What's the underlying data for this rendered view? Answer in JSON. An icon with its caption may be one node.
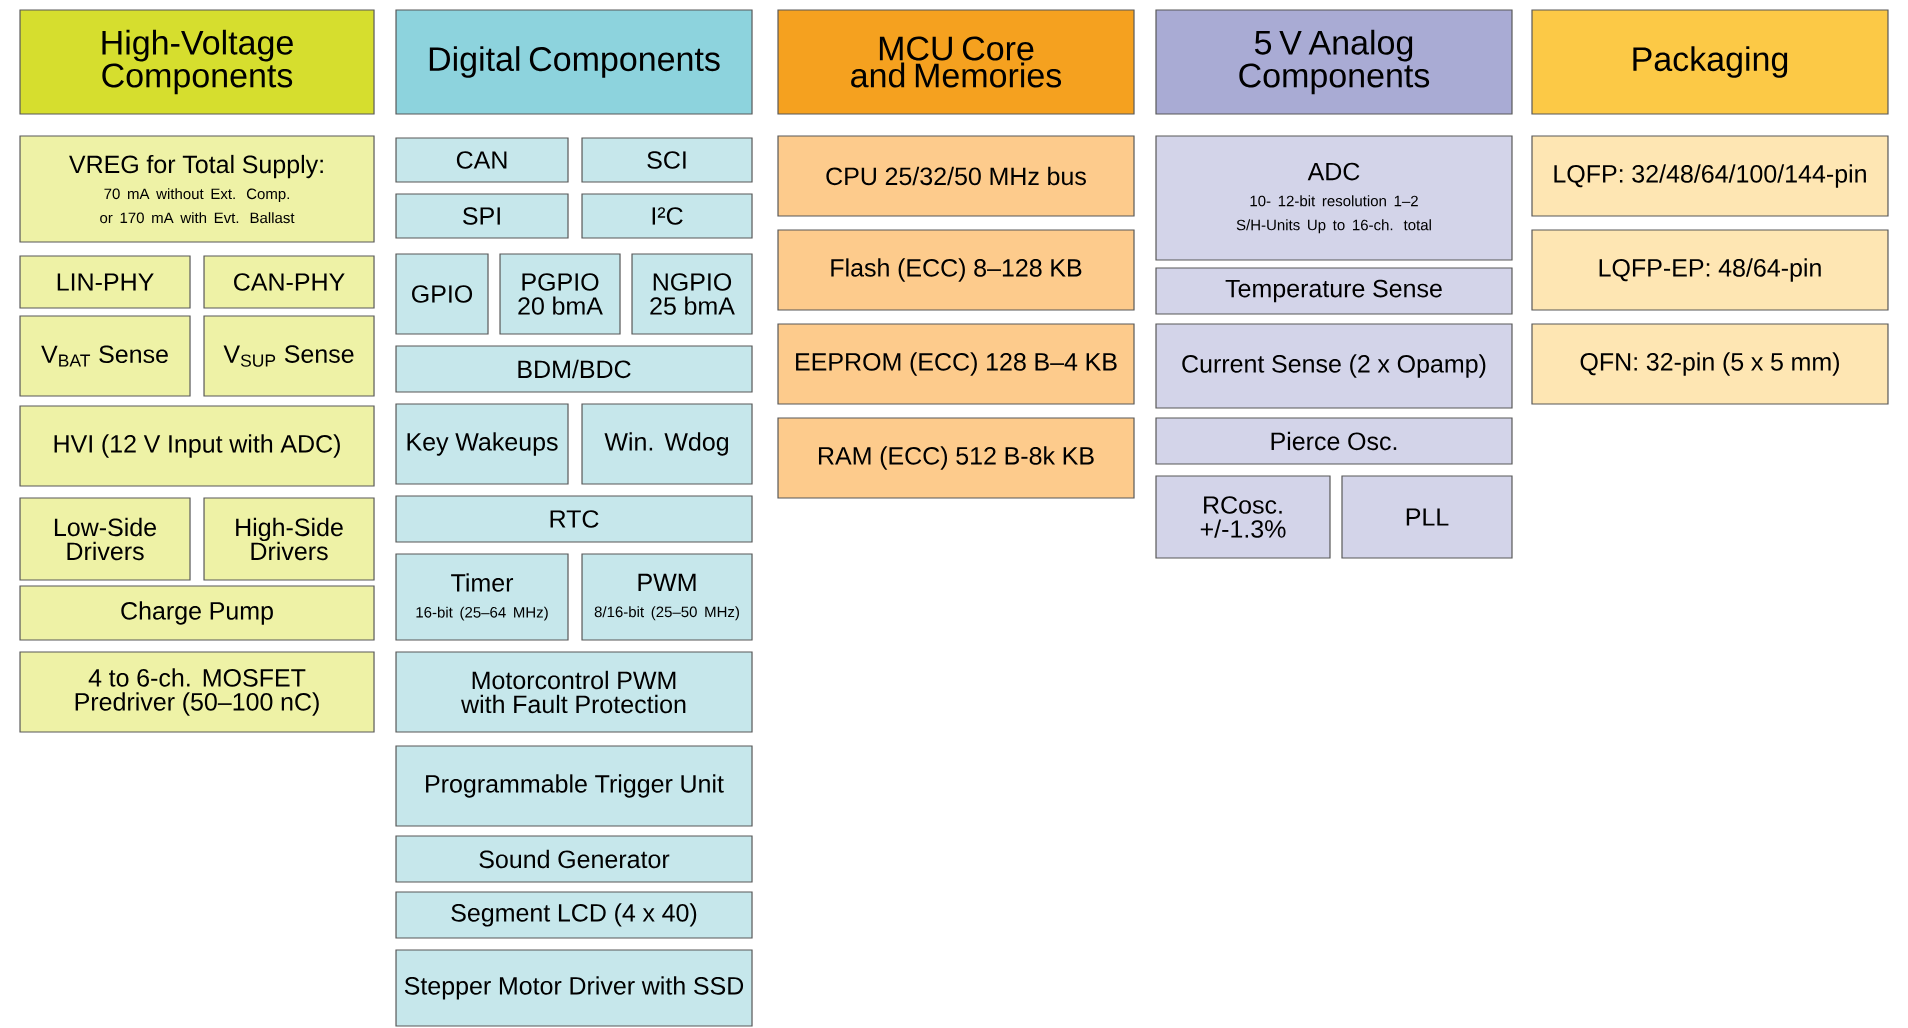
{
  "diagram": {
    "nodes": [
      {
        "text": [
          "High-Voltage Components"
        ]
      },
      {
        "text": [
          "VREG for Total Supply:",
          "70 mA without Ext. Comp. or 170 mA with Evt. Ballast"
        ]
      },
      {
        "text": [
          "LIN-PHY"
        ]
      },
      {
        "text": [
          "CAN-PHY"
        ]
      },
      {
        "text": [
          "V$_{BAT}$ Sense"
        ]
      },
      {
        "text": [
          "V$_{SUP}$ Sense"
        ]
      },
      {
        "text": [
          "HVI (12 V Input with ADC)"
        ]
      },
      {
        "text": [
          "Low-Side Drivers"
        ]
      },
      {
        "text": [
          "High-Side Drivers"
        ]
      },
      {
        "text": [
          "Charge Pump"
        ]
      },
      {
        "text": [
          "4 to 6-ch. MOSFET Predriver (50–100 nC)"
        ]
      },
      {
        "text": [
          "Digital Components"
        ]
      },
      {
        "text": [
          "CAN"
        ]
      },
      {
        "text": [
          "SCI"
        ]
      },
      {
        "text": [
          "SPI"
        ]
      },
      {
        "text": [
          "I²C"
        ]
      },
      {
        "text": [
          "GPIO"
        ]
      },
      {
        "text": [
          "PGPIO 20 bmA"
        ]
      },
      {
        "text": [
          "NGPIO 25 bmA"
        ]
      },
      {
        "text": [
          "BDM/BDC"
        ]
      },
      {
        "text": [
          "Key Wakeups"
        ]
      },
      {
        "text": [
          "Win. Wdog"
        ]
      },
      {
        "text": [
          "RTC"
        ]
      },
      {
        "text": [
          "Timer",
          "16-bit (25–64 MHz)"
        ]
      },
      {
        "text": [
          "PWM",
          "8/16-bit (25–50 MHz)"
        ]
      },
      {
        "text": [
          "Motorcontrol PWM with Fault Protection"
        ]
      },
      {
        "text": [
          "Programmable Trigger Unit"
        ]
      },
      {
        "text": [
          "Sound Generator"
        ]
      },
      {
        "text": [
          "Segment LCD (4 x 40)"
        ]
      },
      {
        "text": [
          "Stepper Motor Driver with SSD"
        ]
      },
      {
        "text": [
          "MCU Core and Memories"
        ]
      },
      {
        "text": [
          "CPU 25/32/50 MHz bus"
        ]
      },
      {
        "text": [
          "Flash (ECC) 8–128 KB"
        ]
      },
      {
        "text": [
          "EEPROM (ECC) 128 B–4 KB"
        ]
      },
      {
        "text": [
          "RAM (ECC) 512 B-8k KB"
        ]
      },
      {
        "text": [
          "5 V Analog Components"
        ]
      },
      {
        "text": [
          "ADC",
          "10- 12-bit resolution 1–2 S/H-Units Up to 16-ch. total"
        ]
      },
      {
        "text": [
          "Temperature Sense"
        ]
      },
      {
        "text": [
          "Current Sense (2 x Opamp)"
        ]
      },
      {
        "text": [
          "Pierce Osc."
        ]
      },
      {
        "text": [
          "RCosc. +/-1.3%"
        ]
      },
      {
        "text": [
          "PLL"
        ]
      },
      {
        "text": [
          "Packaging"
        ]
      },
      {
        "text": [
          "LQFP: 32/48/64/100/144-pin"
        ]
      },
      {
        "text": [
          "LQFP-EP: 48/64-pin"
        ]
      },
      {
        "text": [
          "QFN: 32-pin (5 x 5 mm)"
        ]
      }
    ]
  }
}
